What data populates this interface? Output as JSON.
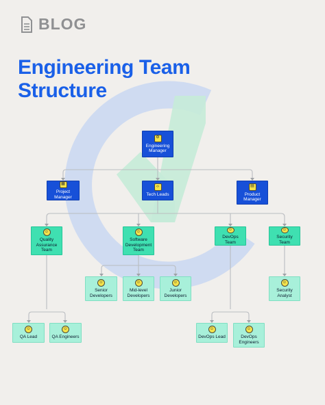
{
  "header": {
    "blog_label": "BLOG"
  },
  "title": {
    "line1": "Engineering Team",
    "line2": "Structure"
  },
  "colors": {
    "title": "#1a60e8",
    "leader_box": "#1750d8",
    "team_box": "#3fe0b1",
    "member_box": "#a8f0da",
    "icon_badge": "#f4e24a",
    "connector": "#b9bcc0",
    "logo_ring": "#c9d7f2",
    "logo_check": "#bfe9d4"
  },
  "nodes": {
    "engineering_manager": {
      "label": "Engineering Manager",
      "icon": "gear-icon"
    },
    "project_manager": {
      "label": "Project Manager",
      "icon": "calendar-icon"
    },
    "tech_leads": {
      "label": "Tech Leads",
      "icon": "code-icon"
    },
    "product_manager": {
      "label": "Product Manager",
      "icon": "chart-icon"
    },
    "qa_team": {
      "label": "Quality Assurance Team",
      "icon": "user-icon"
    },
    "software_dev_team": {
      "label": "Software Development Team",
      "icon": "user-icon"
    },
    "devops_team": {
      "label": "DevOps Team",
      "icon": "user-icon"
    },
    "security_team": {
      "label": "Security Team",
      "icon": "user-icon"
    },
    "senior_devs": {
      "label": "Senior Developers",
      "icon": "user-icon"
    },
    "midlevel_devs": {
      "label": "Mid-level Developers",
      "icon": "user-icon"
    },
    "junior_devs": {
      "label": "Junior Developers",
      "icon": "user-icon"
    },
    "security_analyst": {
      "label": "Security Analyst",
      "icon": "user-icon"
    },
    "qa_lead": {
      "label": "QA Lead",
      "icon": "user-icon"
    },
    "qa_engineers": {
      "label": "QA Engineers",
      "icon": "user-icon"
    },
    "devops_lead": {
      "label": "DevOps Lead",
      "icon": "user-icon"
    },
    "devops_engineers": {
      "label": "DevOps Engineers",
      "icon": "user-icon"
    }
  }
}
